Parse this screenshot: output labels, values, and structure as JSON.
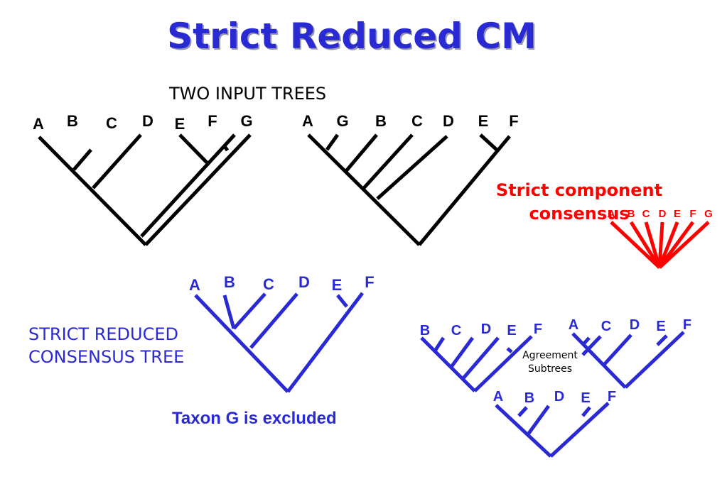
{
  "title": "Strict Reduced CM",
  "input_trees_label": "TWO INPUT TREES",
  "tree1": {
    "taxa": [
      "A",
      "B",
      "C",
      "D",
      "E",
      "F",
      "G"
    ]
  },
  "tree2": {
    "taxa": [
      "A",
      "G",
      "B",
      "C",
      "D",
      "E",
      "F"
    ]
  },
  "strict_consensus": {
    "label_line1": "Strict component",
    "label_line2": "consensus",
    "taxa": [
      "A",
      "B",
      "C",
      "D",
      "E",
      "F",
      "G"
    ]
  },
  "reduced_tree": {
    "label_line1": "STRICT REDUCED",
    "label_line2": "CONSENSUS TREE",
    "taxa": [
      "A",
      "B",
      "C",
      "D",
      "E",
      "F"
    ],
    "note": "Taxon G is excluded"
  },
  "agreement": {
    "label_line1": "Agreement",
    "label_line2": "Subtrees",
    "subtree1_taxa": [
      "B",
      "C",
      "D",
      "E",
      "F"
    ],
    "subtree2_taxa": [
      "A",
      "C",
      "D",
      "E",
      "F"
    ],
    "subtree3_taxa": [
      "A",
      "B",
      "D",
      "E",
      "F"
    ]
  },
  "colors": {
    "black": "#000000",
    "blue": "#2a2ad4",
    "red": "#ff0000"
  }
}
